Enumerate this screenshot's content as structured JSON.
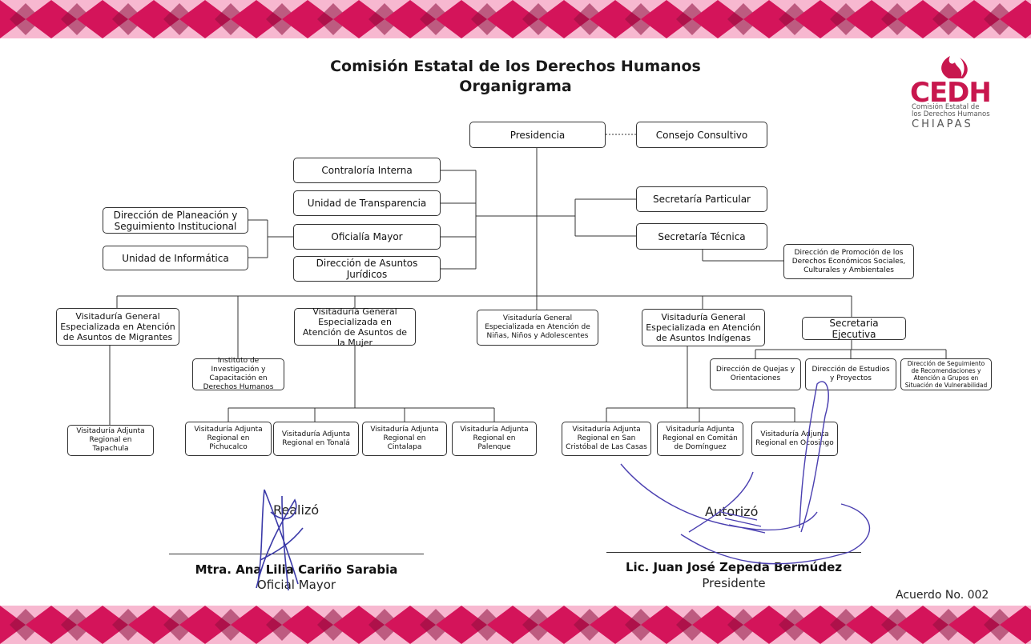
{
  "header": {
    "title_line1": "Comisión Estatal de los Derechos Humanos",
    "title_line2": "Organigrama"
  },
  "logo": {
    "acronym": "CEDH",
    "line1": "Comisión Estatal de",
    "line2": "los Derechos Humanos",
    "line3": "CHIAPAS",
    "brand_color": "#c8174e",
    "icon": "flame-icon"
  },
  "band_colors": {
    "primary": "#d4145a",
    "secondary": "#f7b8d0",
    "dark": "#8e0f3e"
  },
  "nodes": {
    "presidencia": "Presidencia",
    "consejo": "Consejo Consultivo",
    "contraloria": "Contraloría Interna",
    "transparencia": "Unidad de Transparencia",
    "oficialia": "Oficialía Mayor",
    "juridicos": "Dirección de Asuntos Jurídicos",
    "planeacion": "Dirección de Planeación y Seguimiento Institucional",
    "informatica": "Unidad de Informática",
    "sec_particular": "Secretaría Particular",
    "sec_tecnica": "Secretaría Técnica",
    "promocion": "Dirección de Promoción de los Derechos Económicos Sociales, Culturales y Ambientales",
    "vg_migrantes": "Visitaduría General Especializada en Atención de Asuntos de Migrantes",
    "instituto": "Instituto de Investigación y Capacitación en Derechos Humanos",
    "vg_mujer": "Visitaduría General Especializada en Atención de Asuntos de la Mujer",
    "vg_ninos": "Visitaduría General Especializada en Atención de Niñas, Niños y Adolescentes",
    "vg_indigenas": "Visitaduría General Especializada en Atención de Asuntos Indígenas",
    "sec_ejecutiva": "Secretaria Ejecutiva",
    "quejas": "Dirección de Quejas y Orientaciones",
    "estudios": "Dirección de Estudios y Proyectos",
    "seguimiento": "Dirección de Seguimiento de Recomendaciones y Atención a Grupos en Situación de Vulnerabilidad",
    "va_tapachula": "Visitaduría Adjunta Regional en Tapachula",
    "va_pichucalco": "Visitaduría Adjunta Regional en Pichucalco",
    "va_tonala": "Visitaduría Adjunta Regional en Tonalá",
    "va_cintalapa": "Visitaduría Adjunta Regional en Cintalapa",
    "va_palenque": "Visitaduría Adjunta Regional en Palenque",
    "va_sancristobal": "Visitaduría Adjunta Regional en San Cristóbal de Las Casas",
    "va_comitan": "Visitaduría Adjunta Regional en Comitán de Domínguez",
    "va_ocosingo": "Visitaduría Adjunta Regional en Ocosingo"
  },
  "signatures": {
    "left_label": "Realizó",
    "left_name": "Mtra. Ana Lilia Cariño Sarabia",
    "left_role": "Oficial Mayor",
    "right_label": "Autorizó",
    "right_name": "Lic. Juan José Zepeda Bermúdez",
    "right_role": "Presidente",
    "ink_color": "#4a3fb0"
  },
  "footer": {
    "acuerdo": "Acuerdo No. 002"
  }
}
